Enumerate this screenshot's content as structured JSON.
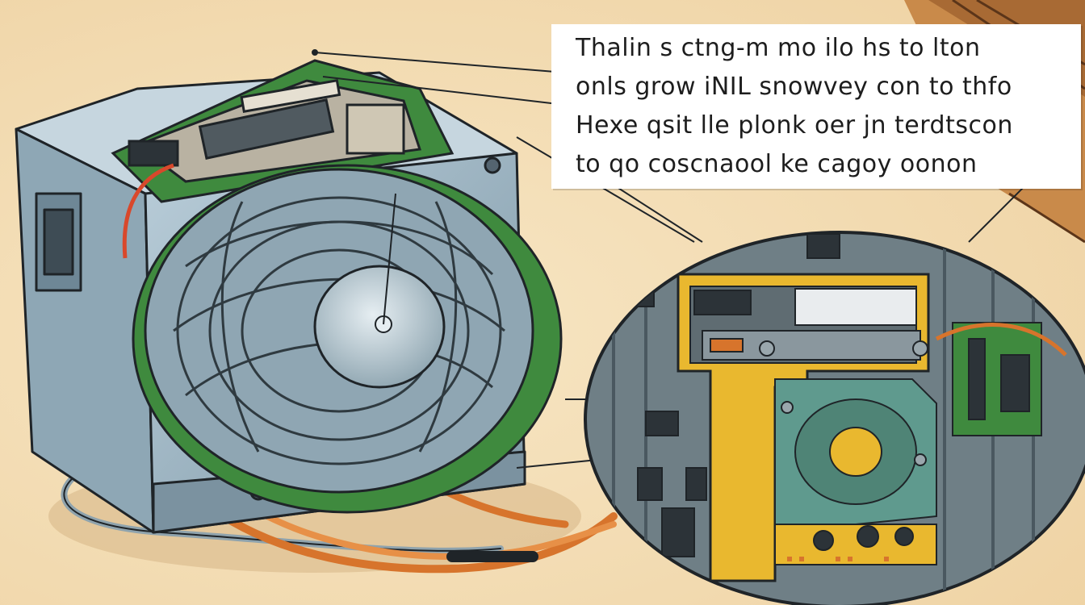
{
  "illustration": {
    "subject": "cooling fan unit and circuit board close-up",
    "colors": {
      "background": "#f3dcb2",
      "housing": "#9db6c8",
      "housing_dark": "#6e8796",
      "board_green": "#3f8a3e",
      "board_grey": "#6f7f86",
      "accent_yellow": "#e9b82f",
      "wire_orange": "#d7742c",
      "outline": "#1f2428"
    }
  },
  "caption": {
    "lines": [
      "Thalin s ctng-m mo ilo hs to lton",
      "onls grow iNIL snowvey con to thfo",
      "Hexe qsit lle plonk oer jn terdtscon",
      "to qo coscnaool ke cagoy oonon"
    ]
  }
}
